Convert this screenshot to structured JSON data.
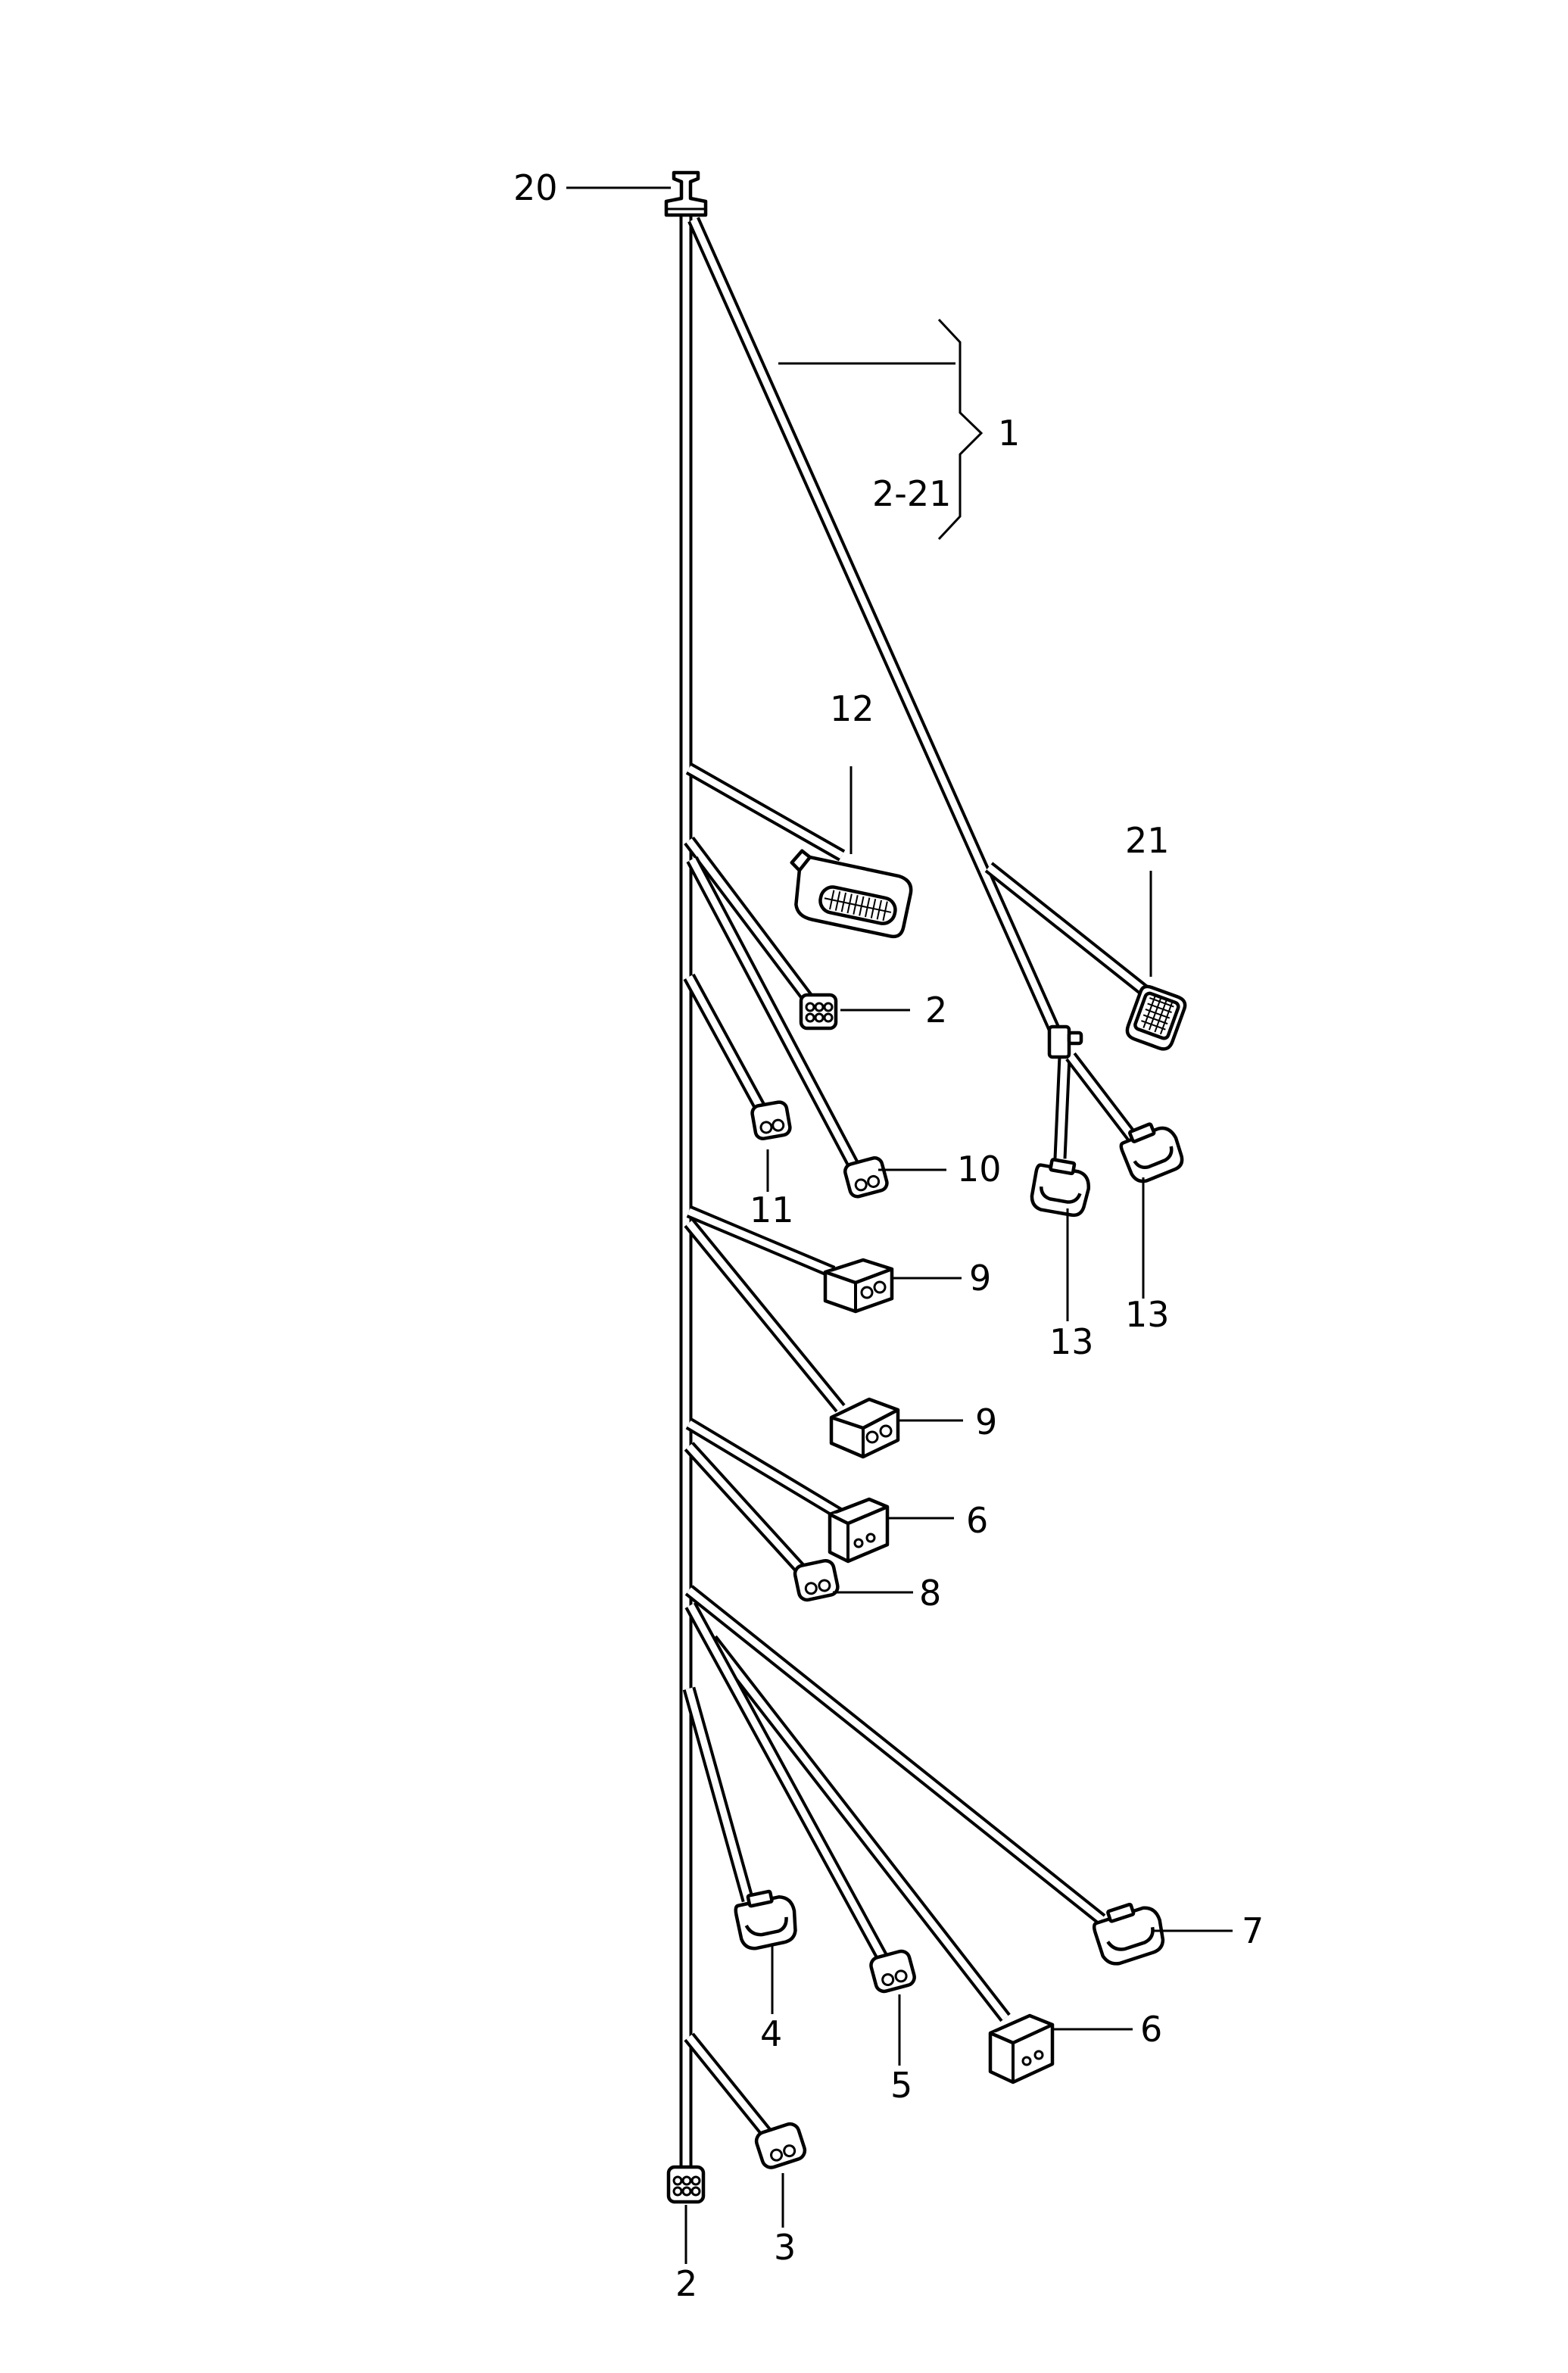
{
  "callouts": {
    "c20": "20",
    "c1": "1",
    "c2_21": "2-21",
    "c12": "12",
    "c21": "21",
    "c2_top": "2",
    "c10": "10",
    "c11": "11",
    "c13_a": "13",
    "c13_b": "13",
    "c9_a": "9",
    "c9_b": "9",
    "c6_a": "6",
    "c8": "8",
    "c7": "7",
    "c6_b": "6",
    "c4": "4",
    "c5": "5",
    "c3": "3",
    "c2_bottom": "2"
  }
}
